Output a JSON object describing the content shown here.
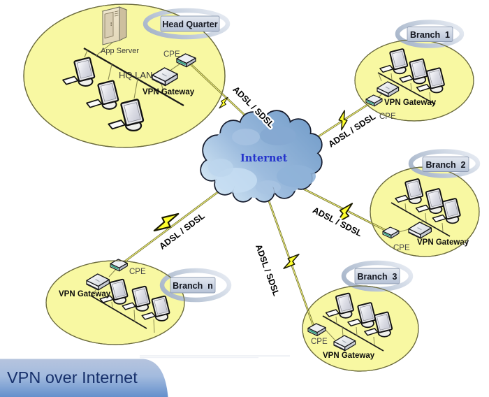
{
  "title": "VPN over Internet",
  "cloud": {
    "label": "Internet"
  },
  "links": {
    "hq": {
      "label": "ADSL / SDSL"
    },
    "branch1": {
      "label": "ADSL / SDSL"
    },
    "branch2": {
      "label": "ADSL / SDSL"
    },
    "branch3": {
      "label": "ADSL / SDSL"
    },
    "branchn": {
      "label": "ADSL / SDSL"
    }
  },
  "sites": {
    "hq": {
      "name": "Head Quarter",
      "lan": "HQ LAN",
      "server": "App Server",
      "cpe": "CPE",
      "gateway": "VPN Gateway"
    },
    "branch1": {
      "name": "Branch  1",
      "cpe": "CPE",
      "gateway": "VPN Gateway"
    },
    "branch2": {
      "name": "Branch  2",
      "cpe": "CPE",
      "gateway": "VPN Gateway"
    },
    "branch3": {
      "name": "Branch  3",
      "cpe": "CPE",
      "gateway": "VPN Gateway"
    },
    "branchn": {
      "name": "Branch  n",
      "cpe": "CPE",
      "gateway": "VPN Gateway"
    }
  },
  "colors": {
    "site_fill": "#f8f8a2",
    "site_stroke": "#6b6b3d",
    "cloud_fill_dark": "#7aa2cd",
    "cloud_fill_light": "#d7eaf6",
    "cloud_stroke": "#161c2e",
    "cloud_text": "#2433cc",
    "bolt_fill": "#ffff2e",
    "link_core": "#f7f780",
    "link_edge": "#6e6e2e",
    "banner_top": "#b6c4de",
    "banner_bottom": "#6590cc",
    "banner_text": "#17306b",
    "label_box_top": "#eef1f6",
    "label_box_bottom": "#b4c0d4",
    "ring": "#c2cedd"
  }
}
